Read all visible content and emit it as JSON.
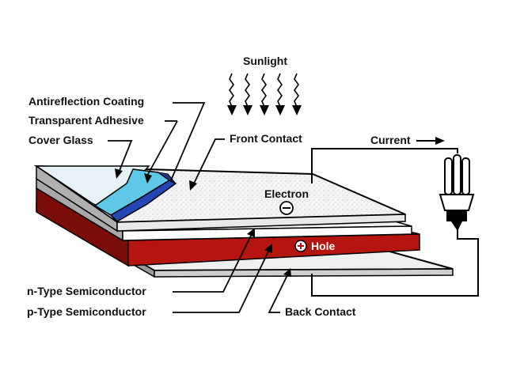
{
  "labels": {
    "sunlight": "Sunlight",
    "antireflection_coating": "Antireflection Coating",
    "transparent_adhesive": "Transparent Adhesive",
    "cover_glass": "Cover Glass",
    "front_contact": "Front Contact",
    "current": "Current",
    "electron": "Electron",
    "hole": "Hole",
    "n_type": "n-Type Semiconductor",
    "p_type": "p-Type Semiconductor",
    "back_contact": "Back Contact"
  },
  "symbols": {
    "electron": "minus-sign",
    "hole": "plus-sign"
  },
  "colors": {
    "p_layer": "#b5140f",
    "p_layer_dark": "#7a0c0a",
    "adhesive": "#5ec8e6",
    "coating": "#2546b5",
    "outline": "#000000"
  }
}
